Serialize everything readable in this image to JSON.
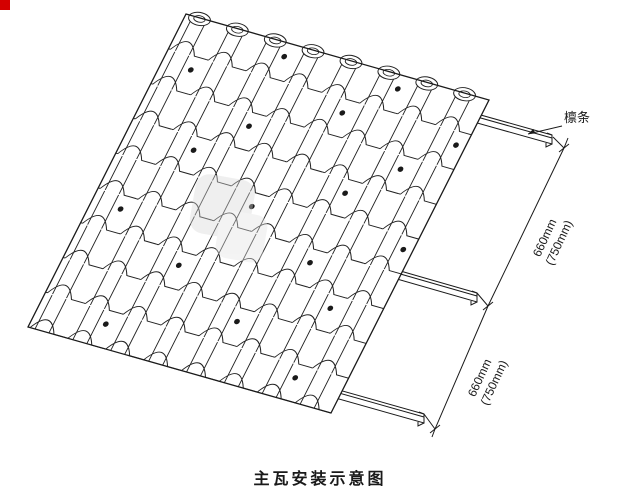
{
  "diagram": {
    "caption": "主瓦安装示意图",
    "purlin_label": "檩条",
    "dimensions": {
      "upper": {
        "line1": "660mm",
        "line2": "(750mm)"
      },
      "lower": {
        "line1": "660mm",
        "line2": "(750mm)"
      }
    },
    "colors": {
      "line": "#1a1a1a",
      "background": "#ffffff",
      "corner_marker": "#d40000",
      "watermark": "#d9d9d9"
    }
  }
}
